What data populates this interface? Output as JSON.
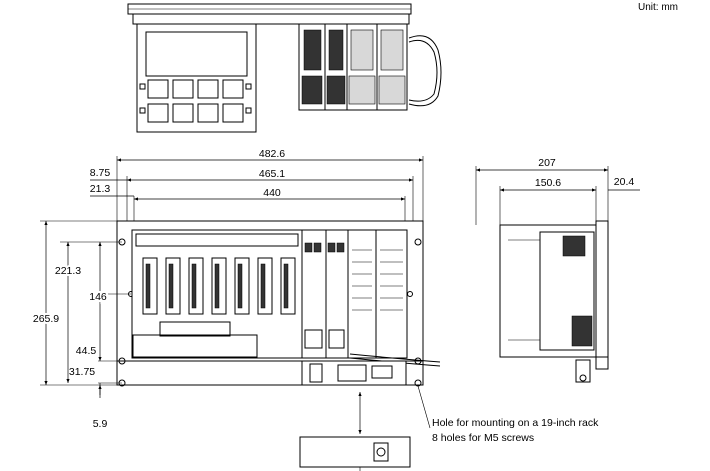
{
  "unit_label": "Unit: mm",
  "front_dims": {
    "w_overall": "482.6",
    "w_465": "465.1",
    "w_440": "440",
    "off_875": "8.75",
    "off_213": "21.3"
  },
  "height_dims": {
    "h_2659": "265.9",
    "h_2213": "221.3",
    "h_146": "146",
    "h_445": "44.5",
    "h_3175": "31.75",
    "h_59": "5.9"
  },
  "side_dims": {
    "depth_207": "207",
    "depth_1506": "150.6",
    "depth_204": "20.4"
  },
  "callout": {
    "line1": "Hole for mounting on a 19-inch rack",
    "line2": "8 holes for M5 screws"
  }
}
